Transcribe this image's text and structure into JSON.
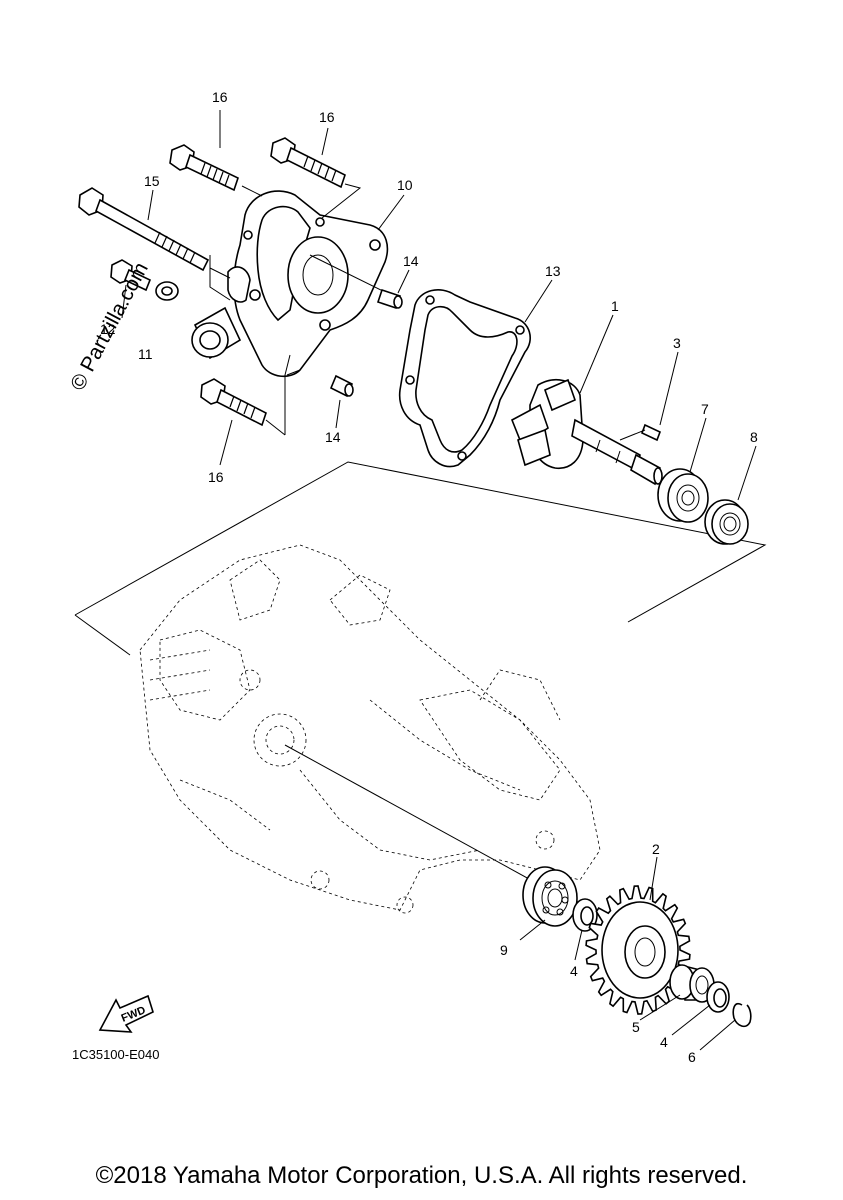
{
  "diagram": {
    "reference_code": "1C35100-E040",
    "watermark": "© Partzilla.com",
    "fwd_label": "FWD",
    "callouts": [
      {
        "id": "c16a",
        "label": "16"
      },
      {
        "id": "c16b",
        "label": "16"
      },
      {
        "id": "c15",
        "label": "15"
      },
      {
        "id": "c10",
        "label": "10"
      },
      {
        "id": "c14a",
        "label": "14"
      },
      {
        "id": "c13",
        "label": "13"
      },
      {
        "id": "c12",
        "label": "12"
      },
      {
        "id": "c11",
        "label": "11"
      },
      {
        "id": "c1",
        "label": "1"
      },
      {
        "id": "c3",
        "label": "3"
      },
      {
        "id": "c7",
        "label": "7"
      },
      {
        "id": "c8",
        "label": "8"
      },
      {
        "id": "c14b",
        "label": "14"
      },
      {
        "id": "c16c",
        "label": "16"
      },
      {
        "id": "c2",
        "label": "2"
      },
      {
        "id": "c9",
        "label": "9"
      },
      {
        "id": "c4a",
        "label": "4"
      },
      {
        "id": "c5",
        "label": "5"
      },
      {
        "id": "c4b",
        "label": "4"
      },
      {
        "id": "c6",
        "label": "6"
      }
    ]
  },
  "footer": {
    "copyright": "©2018 Yamaha Motor Corporation, U.S.A. All rights reserved."
  }
}
